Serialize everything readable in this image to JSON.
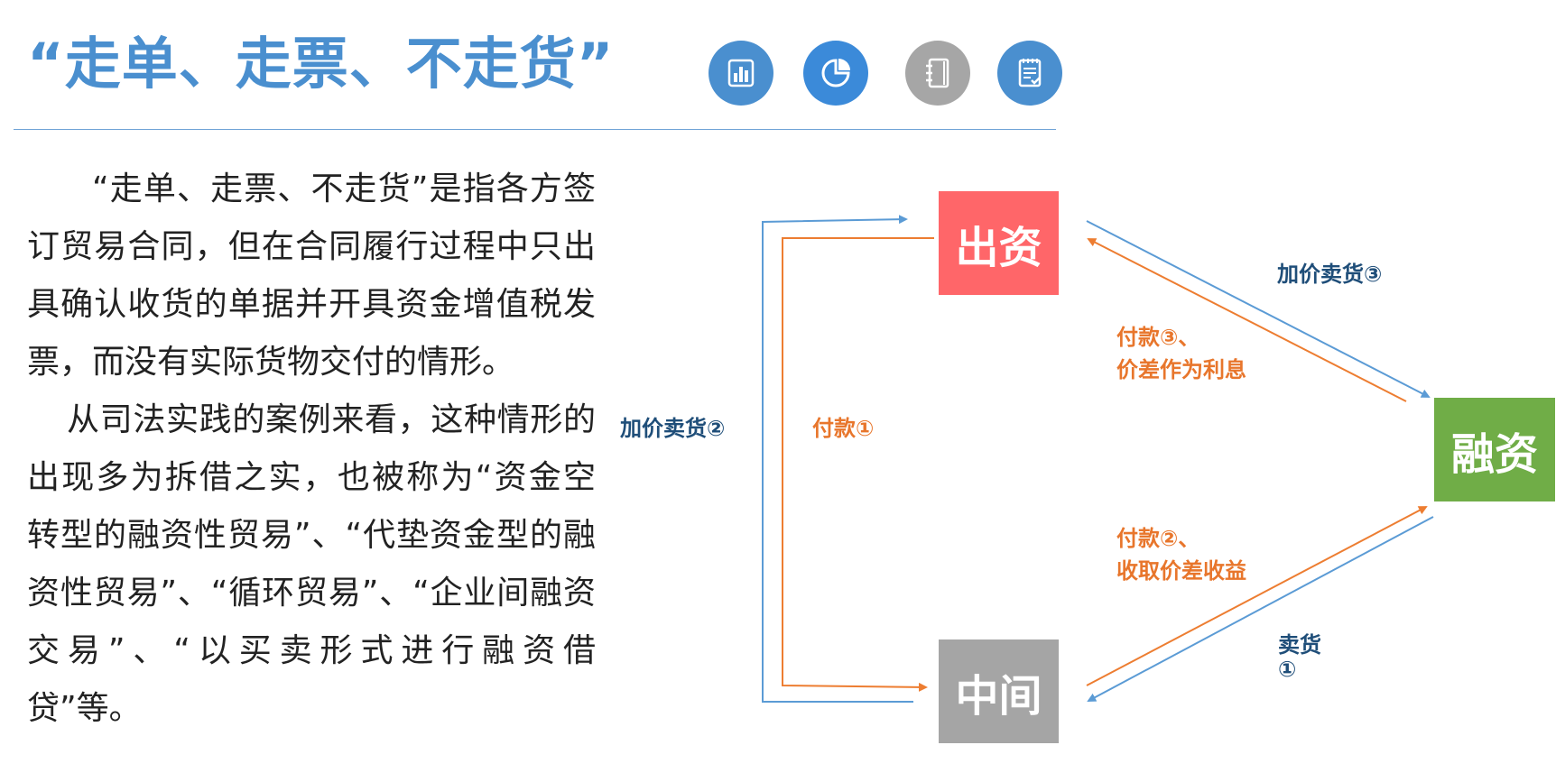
{
  "slide": {
    "title": "“走单、走票、不走货”",
    "icons": [
      {
        "name": "bar-chart-icon",
        "color": "#4a8fcf"
      },
      {
        "name": "pie-chart-icon",
        "color": "#3b8ad9"
      },
      {
        "name": "notebook-icon",
        "color": "#a6a6a6"
      },
      {
        "name": "checklist-icon",
        "color": "#4a8fcf"
      }
    ],
    "paragraphs": [
      "“走单、走票、不走货”是指各方签订贸易合同，但在合同履行过程中只出具确认收货的单据并开具资金增值税发票，而没有实际货物交付的情形。",
      "从司法实践的案例来看，这种情形的出现多为拆借之实，也被称为“资金空转型的融资性贸易”、“代垫资金型的融资性贸易”、“循环贸易”、“企业间融资交易”、“以买卖形式进行融资借贷”等。"
    ]
  },
  "diagram": {
    "colors": {
      "chuzi": "#ff6669",
      "rongzi": "#70ad47",
      "zhongjian": "#a5a5a5",
      "blue": "#5b9bd5",
      "orange": "#ed7d31"
    },
    "nodes": {
      "chuzi": "出资",
      "rongzi": "融资",
      "zhongjian": "中间"
    },
    "labels": {
      "add_price_sell_2": "加价卖货②",
      "pay_1": "付款①",
      "add_price_sell_3": "加价卖货③",
      "pay_3_line1": "付款③、",
      "pay_3_line2": "价差作为利息",
      "pay_2_line1": "付款②、",
      "pay_2_line2": "收取价差收益",
      "sell_1_line1": "卖货",
      "sell_1_line2": "①"
    }
  }
}
